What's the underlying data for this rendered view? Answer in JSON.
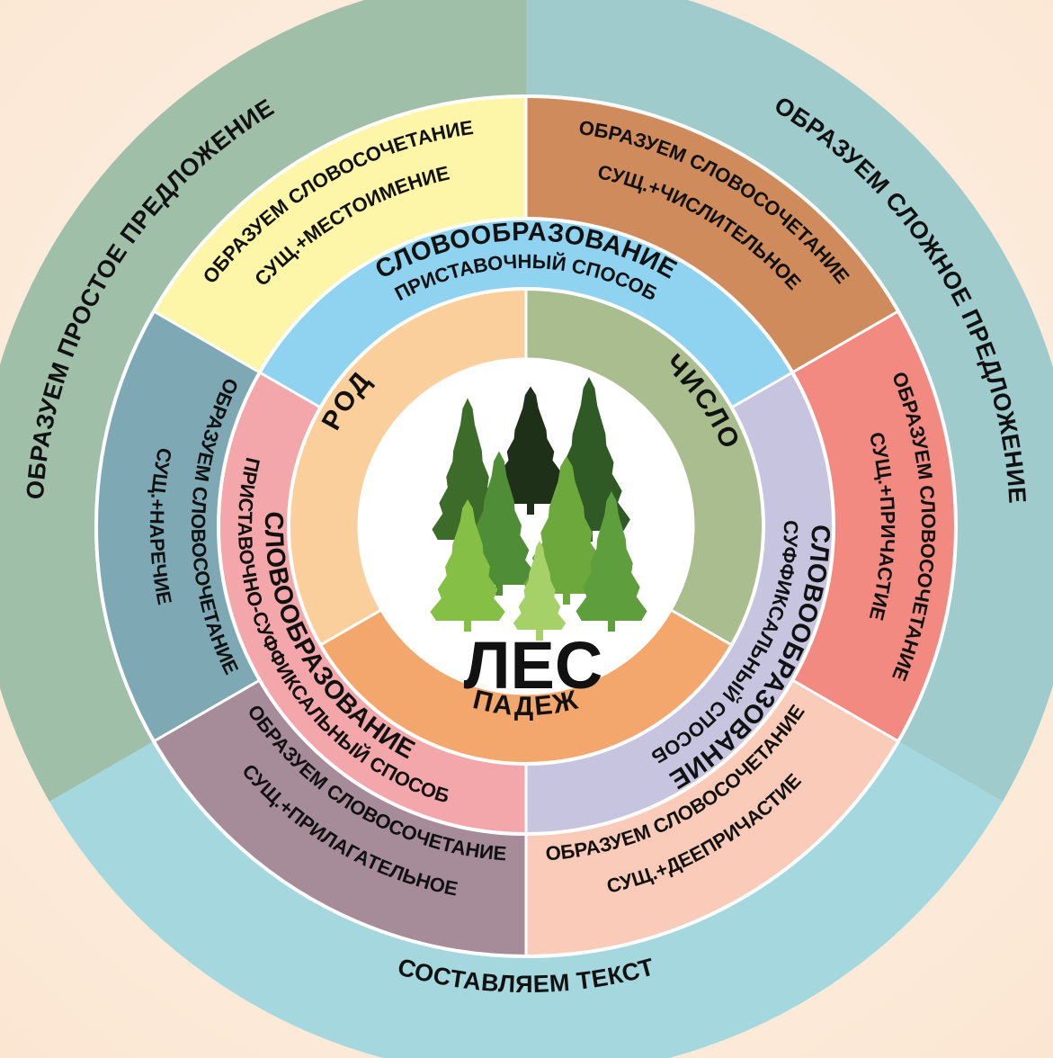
{
  "center": {
    "word": "ЛЕС"
  },
  "outer_ring": {
    "top_left": "ОБРАЗУЕМ ПРОСТОЕ ПРЕДЛОЖЕНИЕ",
    "top_right": "ОБРАЗУЕМ СЛОЖНОЕ ПРЕДЛОЖЕНИЕ",
    "bottom": "СОСТАВЛЯЕМ ТЕКСТ"
  },
  "phrase_ring": [
    {
      "line1": "ОБРАЗУЕМ СЛОВОСОЧЕТАНИЕ",
      "line2": "СУЩ.+МЕСТОИМЕНИЕ",
      "color": "#fdf5a8"
    },
    {
      "line1": "ОБРАЗУЕМ СЛОВОСОЧЕТАНИЕ",
      "line2": "СУЩ.+ЧИСЛИТЕЛЬНОЕ",
      "color": "#cf8b5c"
    },
    {
      "line1": "ОБРАЗУЕМ СЛОВОСОЧЕТАНИЕ",
      "line2": "СУЩ.+ПРИЧАСТИЕ",
      "color": "#f28a82"
    },
    {
      "line1": "ОБРАЗУЕМ СЛОВОСОЧЕТАНИЕ",
      "line2": "СУЩ.+ДЕЕПРИЧАСТИЕ",
      "color": "#f9cbb8"
    },
    {
      "line1": "ОБРАЗУЕМ СЛОВОСОЧЕТАНИЕ",
      "line2": "СУЩ.+ПРИЛАГАТЕЛЬНОЕ",
      "color": "#a68c98"
    },
    {
      "line1": "ОБРАЗУЕМ СЛОВОСОЧЕТАНИЕ",
      "line2": "СУЩ.+НАРЕЧИЕ",
      "color": "#7da8b4"
    }
  ],
  "word_formation_ring": [
    {
      "title": "СЛОВООБРАЗОВАНИЕ",
      "subtitle": "ПРИСТАВОЧНЫЙ СПОСОБ",
      "color": "#8fd3f0"
    },
    {
      "title": "СЛОВООБРАЗОВАНИЕ",
      "subtitle": "СУФФИКСАЛЬНЫЙ СПОСОБ",
      "color": "#c7c4e0"
    },
    {
      "title": "СЛОВООБРАЗОВАНИЕ",
      "subtitle": "ПРИСТАВОЧНО-СУФФИКСАЛЬНЫЙ СПОСОБ",
      "color": "#f4a7aa"
    }
  ],
  "grammar_ring": [
    {
      "label": "РОД",
      "color": "#fbcf9c"
    },
    {
      "label": "ЧИСЛО",
      "color": "#a9bd8e"
    },
    {
      "label": "ПАДЕЖ",
      "color": "#f4a76c"
    }
  ],
  "colors": {
    "outer_top_left": "#9fbfa9",
    "outer_top_right": "#9fcbcd",
    "outer_bottom": "#a4d8de",
    "center_fill": "#ffffff",
    "ring_stroke": "#ffffff"
  }
}
